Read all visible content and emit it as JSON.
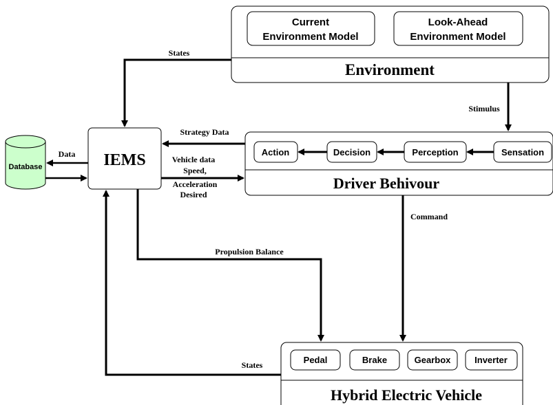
{
  "environment": {
    "title": "Environment",
    "current_model_line1": "Current",
    "current_model_line2": "Environment Model",
    "lookahead_model_line1": "Look-Ahead",
    "lookahead_model_line2": "Environment Model"
  },
  "iems": {
    "title": "IEMS"
  },
  "database": {
    "label": "Database"
  },
  "driver": {
    "title": "Driver Behivour",
    "stages": [
      "Action",
      "Decision",
      "Perception",
      "Sensation"
    ]
  },
  "vehicle": {
    "title": "Hybrid Electric Vehicle",
    "components": [
      "Pedal",
      "Brake",
      "Gearbox",
      "Inverter"
    ]
  },
  "arrows": {
    "states_top": "States",
    "stimulus": "Stimulus",
    "strategy_data": "Strategy Data",
    "data": "Data",
    "vehicle_data_line1": "Vehicle data",
    "vehicle_data_line2": "Speed,",
    "vehicle_data_line3": "Acceleration",
    "vehicle_data_line4": "Desired",
    "command": "Command",
    "propulsion_balance": "Propulsion Balance",
    "states_bottom": "States"
  },
  "colors": {
    "stroke": "#000000",
    "database_fill": "#ccffcc"
  }
}
